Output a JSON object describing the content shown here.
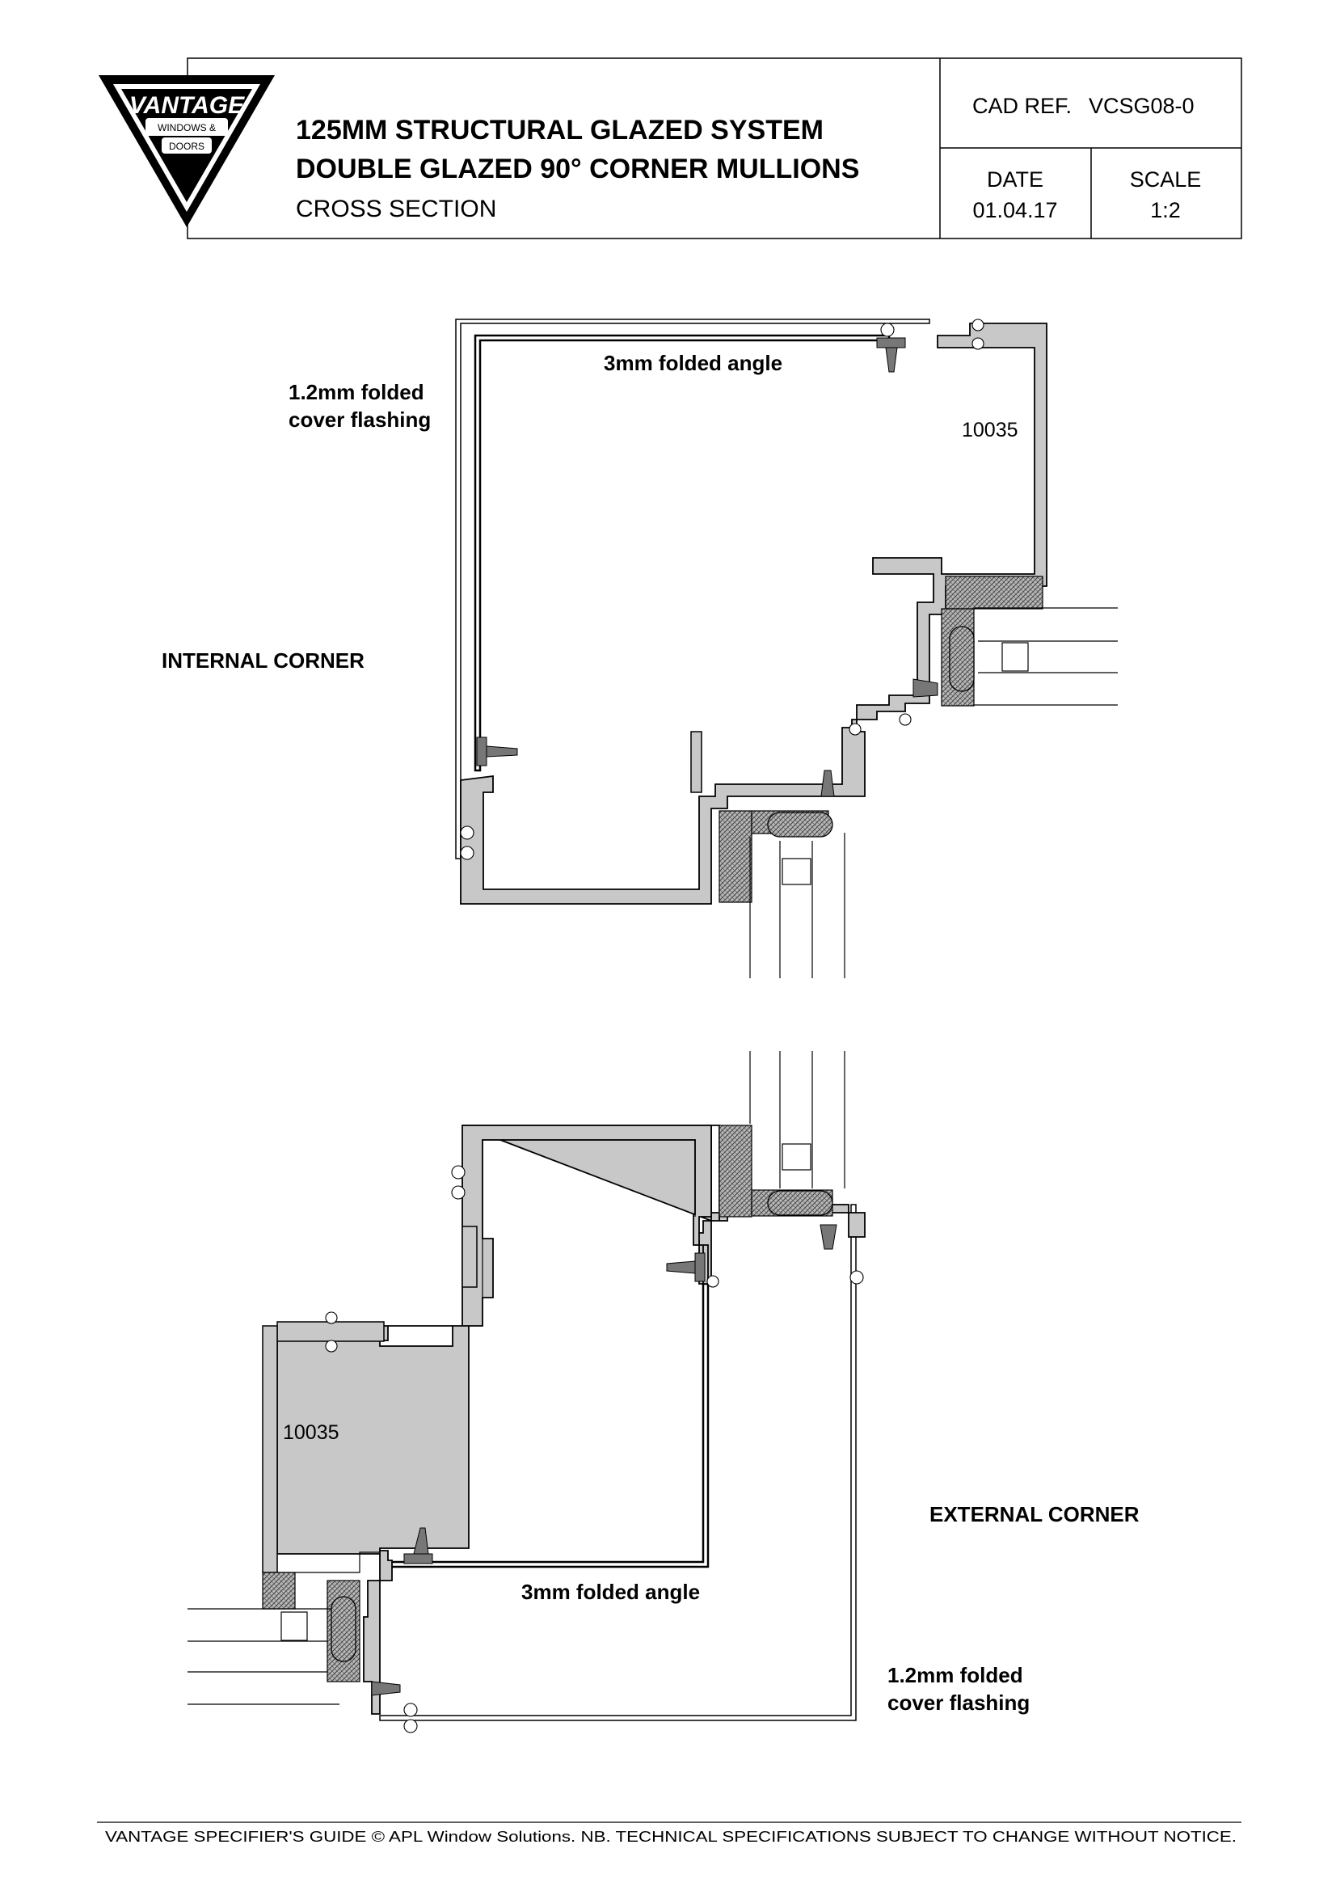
{
  "logo": {
    "brand": "VANTAGE",
    "line1": "WINDOWS &",
    "line2": "DOORS"
  },
  "title_block": {
    "title_line1": "125MM STRUCTURAL GLAZED SYSTEM",
    "title_line2": "DOUBLE GLAZED 90° CORNER MULLIONS",
    "subtitle": "CROSS SECTION",
    "cad_ref_label": "CAD REF.",
    "cad_ref_value": "VCSG08-0",
    "date_label": "DATE",
    "date_value": "01.04.17",
    "scale_label": "SCALE",
    "scale_value": "1:2"
  },
  "internal_corner": {
    "heading": "INTERNAL CORNER",
    "angle_label": "3mm folded angle",
    "flashing_label_line1": "1.2mm folded",
    "flashing_label_line2": "cover flashing",
    "profile_code": "10035"
  },
  "external_corner": {
    "heading": "EXTERNAL CORNER",
    "angle_label": "3mm folded angle",
    "flashing_label_line1": "1.2mm folded",
    "flashing_label_line2": "cover flashing",
    "profile_code": "10035"
  },
  "footer": {
    "text": "VANTAGE SPECIFIER'S GUIDE  © APL Window Solutions. NB. TECHNICAL SPECIFICATIONS SUBJECT TO CHANGE WITHOUT NOTICE."
  },
  "colors": {
    "aluminium_fill": "#c8c8c8",
    "line": "#000000",
    "gasket_fill": "#8a8a8a"
  }
}
